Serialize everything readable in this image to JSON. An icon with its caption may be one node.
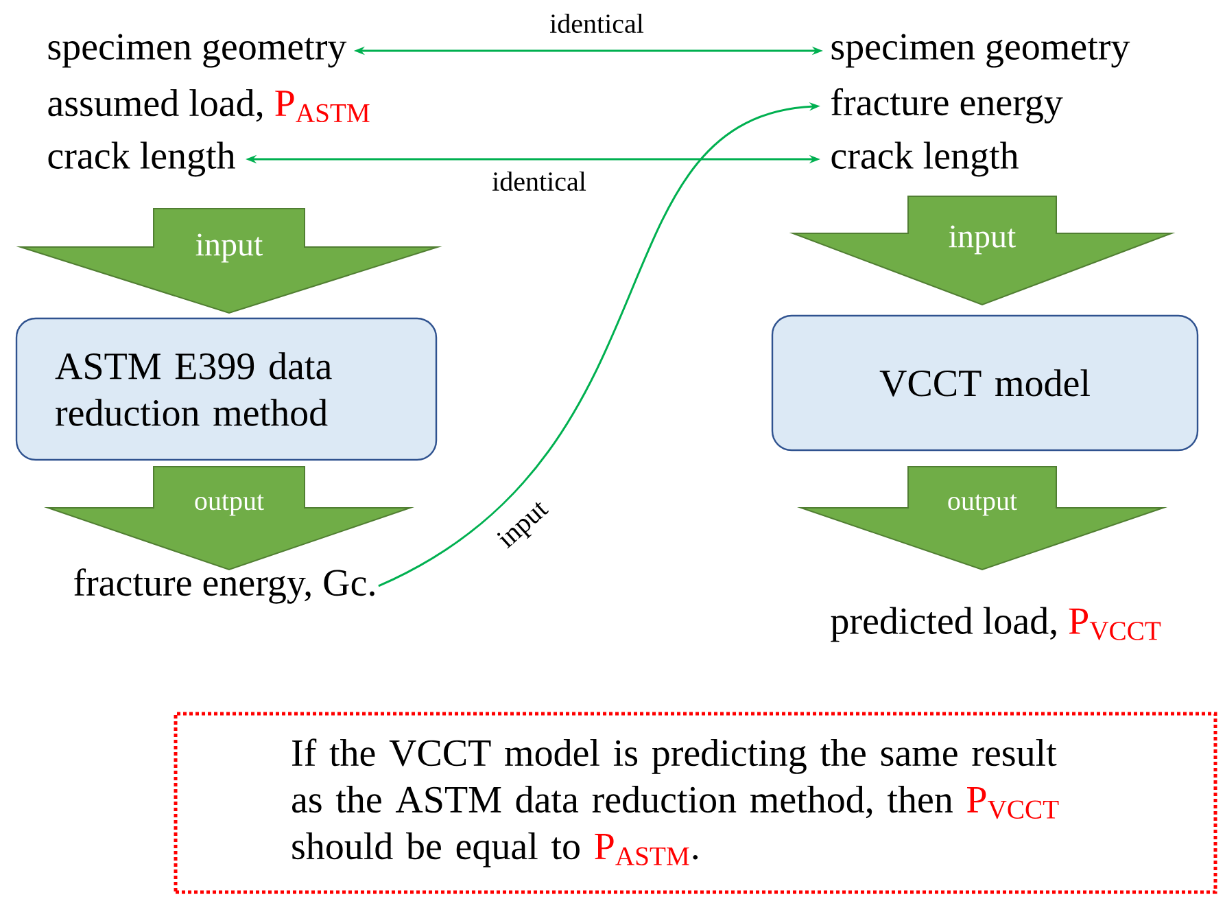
{
  "diagram": {
    "nodes": [
      {
        "text": [
          "specimen geometry"
        ]
      },
      {
        "text": [
          "assumed load,",
          "P$_{ASTM}$"
        ]
      },
      {
        "text": [
          "crack length"
        ]
      },
      {
        "text": [
          "input"
        ]
      },
      {
        "text": [
          "ASTM E399 data reduction method"
        ]
      },
      {
        "text": [
          "output"
        ]
      },
      {
        "text": [
          "fracture energy, Gc."
        ]
      },
      {
        "text": [
          "specimen geometry"
        ]
      },
      {
        "text": [
          "fracture energy"
        ]
      },
      {
        "text": [
          "crack length"
        ]
      },
      {
        "text": [
          "input"
        ]
      },
      {
        "text": [
          "VCCT model"
        ]
      },
      {
        "text": [
          "output"
        ]
      },
      {
        "text": [
          "predicted load,",
          "P$_{VCCT}$"
        ]
      },
      {
        "text": [
          "If the VCCT model is predicting the same result as the ASTM data reduction method, then",
          "P$_{VCCT}$",
          "should be equal to",
          "P$_{ASTM}$",
          "."
        ]
      }
    ],
    "edges": [
      {
        "from": 0,
        "to": 7,
        "arrow": "both",
        "label": "identical"
      },
      {
        "from": 2,
        "to": 9,
        "arrow": "both",
        "label": "identical"
      },
      {
        "from": 6,
        "to": 8,
        "arrow": "to",
        "label": "input"
      }
    ]
  }
}
